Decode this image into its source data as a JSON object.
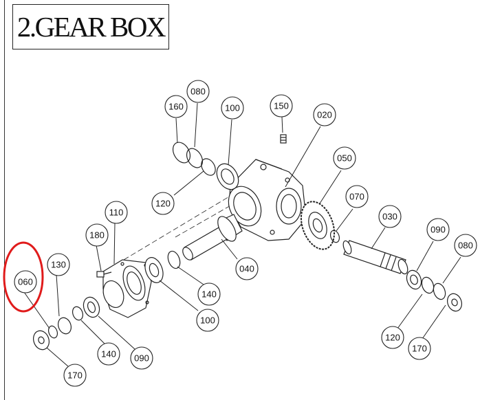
{
  "title": "2.GEAR BOX",
  "highlight_color": "#e01b1b",
  "callouts": {
    "c160": "160",
    "c080a": "080",
    "c100a": "100",
    "c150": "150",
    "c020": "020",
    "c050": "050",
    "c070": "070",
    "c030": "030",
    "c090a": "090",
    "c080b": "080",
    "c110": "110",
    "c180": "180",
    "c120a": "120",
    "c040": "040",
    "c140a": "140",
    "c100b": "100",
    "c060": "060",
    "c130": "130",
    "c140b": "140",
    "c090b": "090",
    "c170a": "170",
    "c120b": "120",
    "c170b": "170"
  }
}
